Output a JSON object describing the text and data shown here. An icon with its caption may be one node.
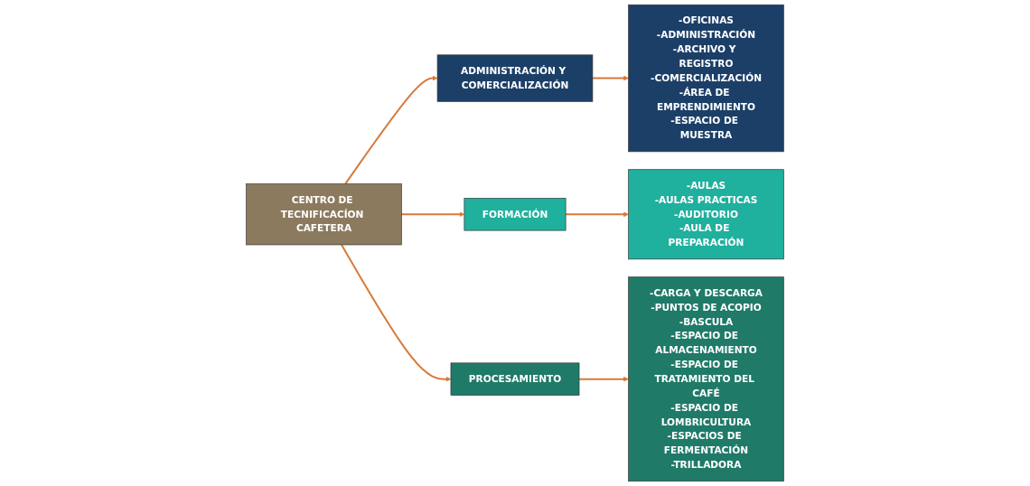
{
  "diagram": {
    "nodes": [
      {
        "text": [
          "CENTRO DE TECNIFICACÍON CAFETERA"
        ]
      },
      {
        "text": [
          "ADMINISTRACIÓN Y COMERCIALIZACIÓN"
        ]
      },
      {
        "text": [
          "FORMACIÓN"
        ]
      },
      {
        "text": [
          "PROCESAMIENTO"
        ]
      },
      {
        "text": [
          "-OFICINAS",
          "-ADMINISTRACIÓN",
          "-ARCHIVO Y REGISTRO",
          "-COMERCIALIZACIÓN",
          "-ÁREA DE EMPRENDIMIENTO",
          "-ESPACIO DE MUESTRA"
        ]
      },
      {
        "text": [
          "-AULAS",
          "-AULAS PRACTICAS",
          "-AUDITORIO",
          "-AULA DE PREPARACIÓN"
        ]
      },
      {
        "text": [
          "-CARGA Y DESCARGA",
          "-PUNTOS DE ACOPIO",
          "-BASCULA",
          "-ESPACIO DE ALMACENAMIENTO",
          "-ESPACIO DE TRATAMIENTO DEL CAFÉ",
          "-ESPACIO DE LOMBRICULTURA",
          "-ESPACIOS DE FERMENTACIÓN",
          "-TRILLADORA"
        ]
      }
    ],
    "edges": [
      {
        "from": 0,
        "to": 1,
        "arrow": "to"
      },
      {
        "from": 0,
        "to": 2,
        "arrow": "to"
      },
      {
        "from": 0,
        "to": 3,
        "arrow": "to"
      },
      {
        "from": 1,
        "to": 4,
        "arrow": "to"
      },
      {
        "from": 2,
        "to": 5,
        "arrow": "to"
      },
      {
        "from": 3,
        "to": 6,
        "arrow": "to"
      }
    ]
  }
}
